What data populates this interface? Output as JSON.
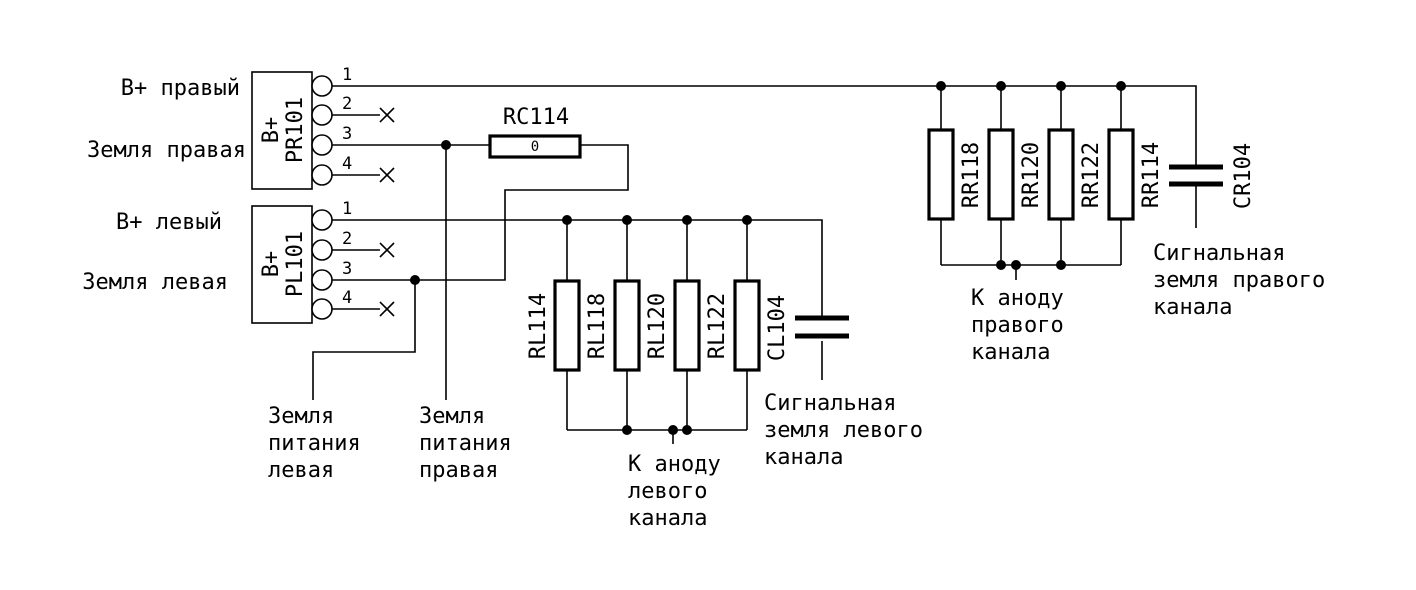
{
  "connectors": {
    "right": {
      "ref": "PR101",
      "type": "B+",
      "label_power": "B+ правый",
      "label_ground": "Земля правая",
      "pins": [
        "1",
        "2",
        "3",
        "4"
      ]
    },
    "left": {
      "ref": "PL101",
      "type": "B+",
      "label_power": "B+ левый",
      "label_ground": "Земля левая",
      "pins": [
        "1",
        "2",
        "3",
        "4"
      ]
    }
  },
  "bridge_resistor": {
    "ref": "RC114",
    "value": "0"
  },
  "left_channel": {
    "resistors": [
      "RL114",
      "RL118",
      "RL120",
      "RL122"
    ],
    "capacitor": "CL104",
    "anode_label": [
      "К аноду",
      "левого",
      "канала"
    ],
    "signal_ground_label": [
      "Сигнальная",
      "земля левого",
      "канала"
    ]
  },
  "right_channel": {
    "resistors": [
      "RR118",
      "RR120",
      "RR122",
      "RR114"
    ],
    "capacitor": "CR104",
    "anode_label": [
      "К аноду",
      "правого",
      "канала"
    ],
    "signal_ground_label": [
      "Сигнальная",
      "земля правого",
      "канала"
    ]
  },
  "power_ground_left_label": [
    "Земля",
    "питания",
    "левая"
  ],
  "power_ground_right_label": [
    "Земля",
    "питания",
    "правая"
  ]
}
